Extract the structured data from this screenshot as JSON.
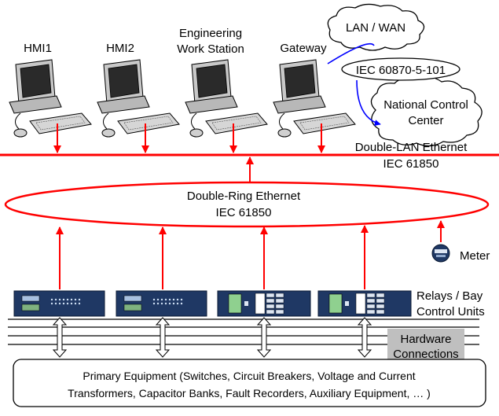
{
  "workstations": [
    {
      "label": "HMI1"
    },
    {
      "label": "HMI2"
    },
    {
      "label": "Engineering",
      "label2": "Work Station"
    },
    {
      "label": "Gateway"
    }
  ],
  "clouds": {
    "lan_wan": "LAN / WAN",
    "ncc_line1": "National Control",
    "ncc_line2": "Center"
  },
  "protocol": "IEC 60870-5-101",
  "double_lan": {
    "line1": "Double-LAN Ethernet",
    "line2": "IEC 61850"
  },
  "double_ring": {
    "line1": "Double-Ring Ethernet",
    "line2": "IEC 61850"
  },
  "meter_label": "Meter",
  "relays": {
    "line1": "Relays / Bay",
    "line2": "Control Units"
  },
  "hardware": {
    "line1": "Hardware",
    "line2": "Connections"
  },
  "primary": {
    "line1": "Primary Equipment (Switches, Circuit Breakers, Voltage and Current",
    "line2": "Transformers, Capacitor Banks, Fault Recorders, Auxiliary Equipment, … )"
  },
  "colors": {
    "network": "#ff0000",
    "link": "#0000ff",
    "device": "#1f3864"
  }
}
